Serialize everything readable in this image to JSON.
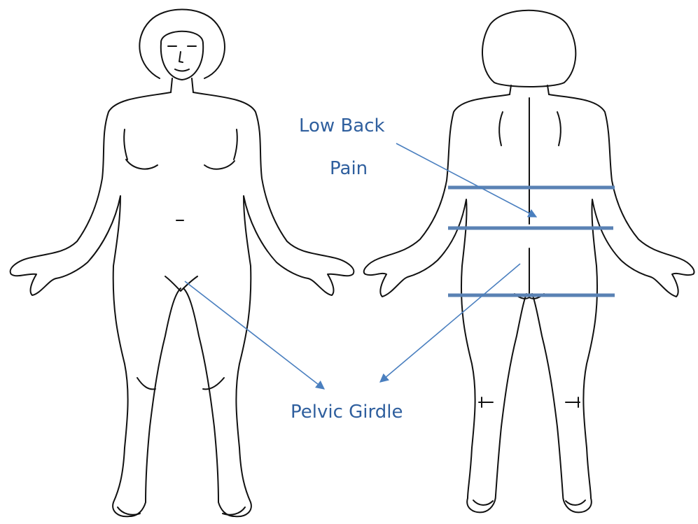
{
  "labels": {
    "low_back_line1": "Low Back",
    "low_back_line2": "Pain",
    "pelvic_girdle": "Pelvic Girdle"
  },
  "figures": [
    "front-view-figure",
    "back-view-figure"
  ],
  "colors": {
    "label_text": "#2f5f9e",
    "arrow": "#4a7fbf",
    "region_band": "#5a82b4",
    "outline": "#111111"
  }
}
